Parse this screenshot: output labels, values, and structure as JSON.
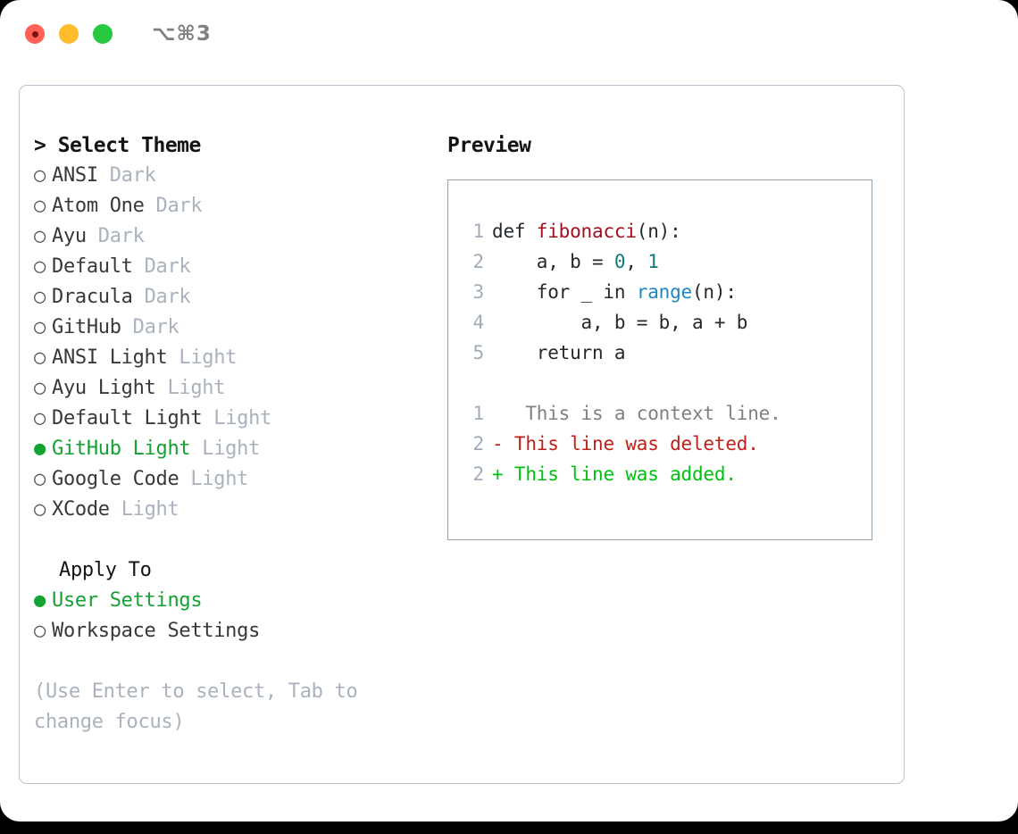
{
  "titlebar": {
    "shortcut": "⌥⌘3",
    "lights": [
      "close-red",
      "minimize-yellow",
      "zoom-green"
    ]
  },
  "theme_list": {
    "header": "> Select Theme",
    "options": [
      {
        "marker": "○",
        "label": "ANSI",
        "kind": "Dark",
        "selected": false
      },
      {
        "marker": "○",
        "label": "Atom One",
        "kind": "Dark",
        "selected": false
      },
      {
        "marker": "○",
        "label": "Ayu",
        "kind": "Dark",
        "selected": false
      },
      {
        "marker": "○",
        "label": "Default",
        "kind": "Dark",
        "selected": false
      },
      {
        "marker": "○",
        "label": "Dracula",
        "kind": "Dark",
        "selected": false
      },
      {
        "marker": "○",
        "label": "GitHub",
        "kind": "Dark",
        "selected": false
      },
      {
        "marker": "○",
        "label": "ANSI Light",
        "kind": "Light",
        "selected": false
      },
      {
        "marker": "○",
        "label": "Ayu Light",
        "kind": "Light",
        "selected": false
      },
      {
        "marker": "○",
        "label": "Default Light",
        "kind": "Light",
        "selected": false
      },
      {
        "marker": "●",
        "label": "GitHub Light",
        "kind": "Light",
        "selected": true
      },
      {
        "marker": "○",
        "label": "Google Code",
        "kind": "Light",
        "selected": false
      },
      {
        "marker": "○",
        "label": "XCode",
        "kind": "Light",
        "selected": false
      }
    ]
  },
  "apply_to": {
    "header": "Apply To",
    "options": [
      {
        "marker": "●",
        "label": "User Settings",
        "selected": true
      },
      {
        "marker": "○",
        "label": "Workspace Settings",
        "selected": false
      }
    ]
  },
  "hint": "(Use Enter to select, Tab to change focus)",
  "preview": {
    "header": "Preview",
    "code_lines": [
      {
        "no": "1",
        "segments": [
          {
            "text": "def ",
            "tok": "plain"
          },
          {
            "text": "fibonacci",
            "tok": "fn"
          },
          {
            "text": "(n):",
            "tok": "plain"
          }
        ]
      },
      {
        "no": "2",
        "segments": [
          {
            "text": "    a, b = ",
            "tok": "plain"
          },
          {
            "text": "0",
            "tok": "num"
          },
          {
            "text": ", ",
            "tok": "plain"
          },
          {
            "text": "1",
            "tok": "num"
          }
        ]
      },
      {
        "no": "3",
        "segments": [
          {
            "text": "    for _ in ",
            "tok": "plain"
          },
          {
            "text": "range",
            "tok": "call"
          },
          {
            "text": "(n):",
            "tok": "plain"
          }
        ]
      },
      {
        "no": "4",
        "segments": [
          {
            "text": "        a, b = b, a + b",
            "tok": "plain"
          }
        ]
      },
      {
        "no": "5",
        "segments": [
          {
            "text": "    return a",
            "tok": "plain"
          }
        ]
      }
    ],
    "diff_lines": [
      {
        "no": "1",
        "marker": " ",
        "text": "  This is a context line.",
        "kind": "context"
      },
      {
        "no": "2",
        "marker": "-",
        "text": " This line was deleted.",
        "kind": "deleted"
      },
      {
        "no": "2",
        "marker": "+",
        "text": " This line was added.",
        "kind": "added"
      }
    ]
  },
  "colors": {
    "accent_green": "#14a233",
    "muted": "#a9b2bd",
    "border": "#93a1ad",
    "panel_border": "#b8c2cc",
    "fn_red": "#a01020",
    "num_teal": "#0f7a77",
    "call_blue": "#1f86c4",
    "diff_deleted": "#c0201a",
    "diff_added": "#00c010",
    "diff_context": "#808080"
  }
}
